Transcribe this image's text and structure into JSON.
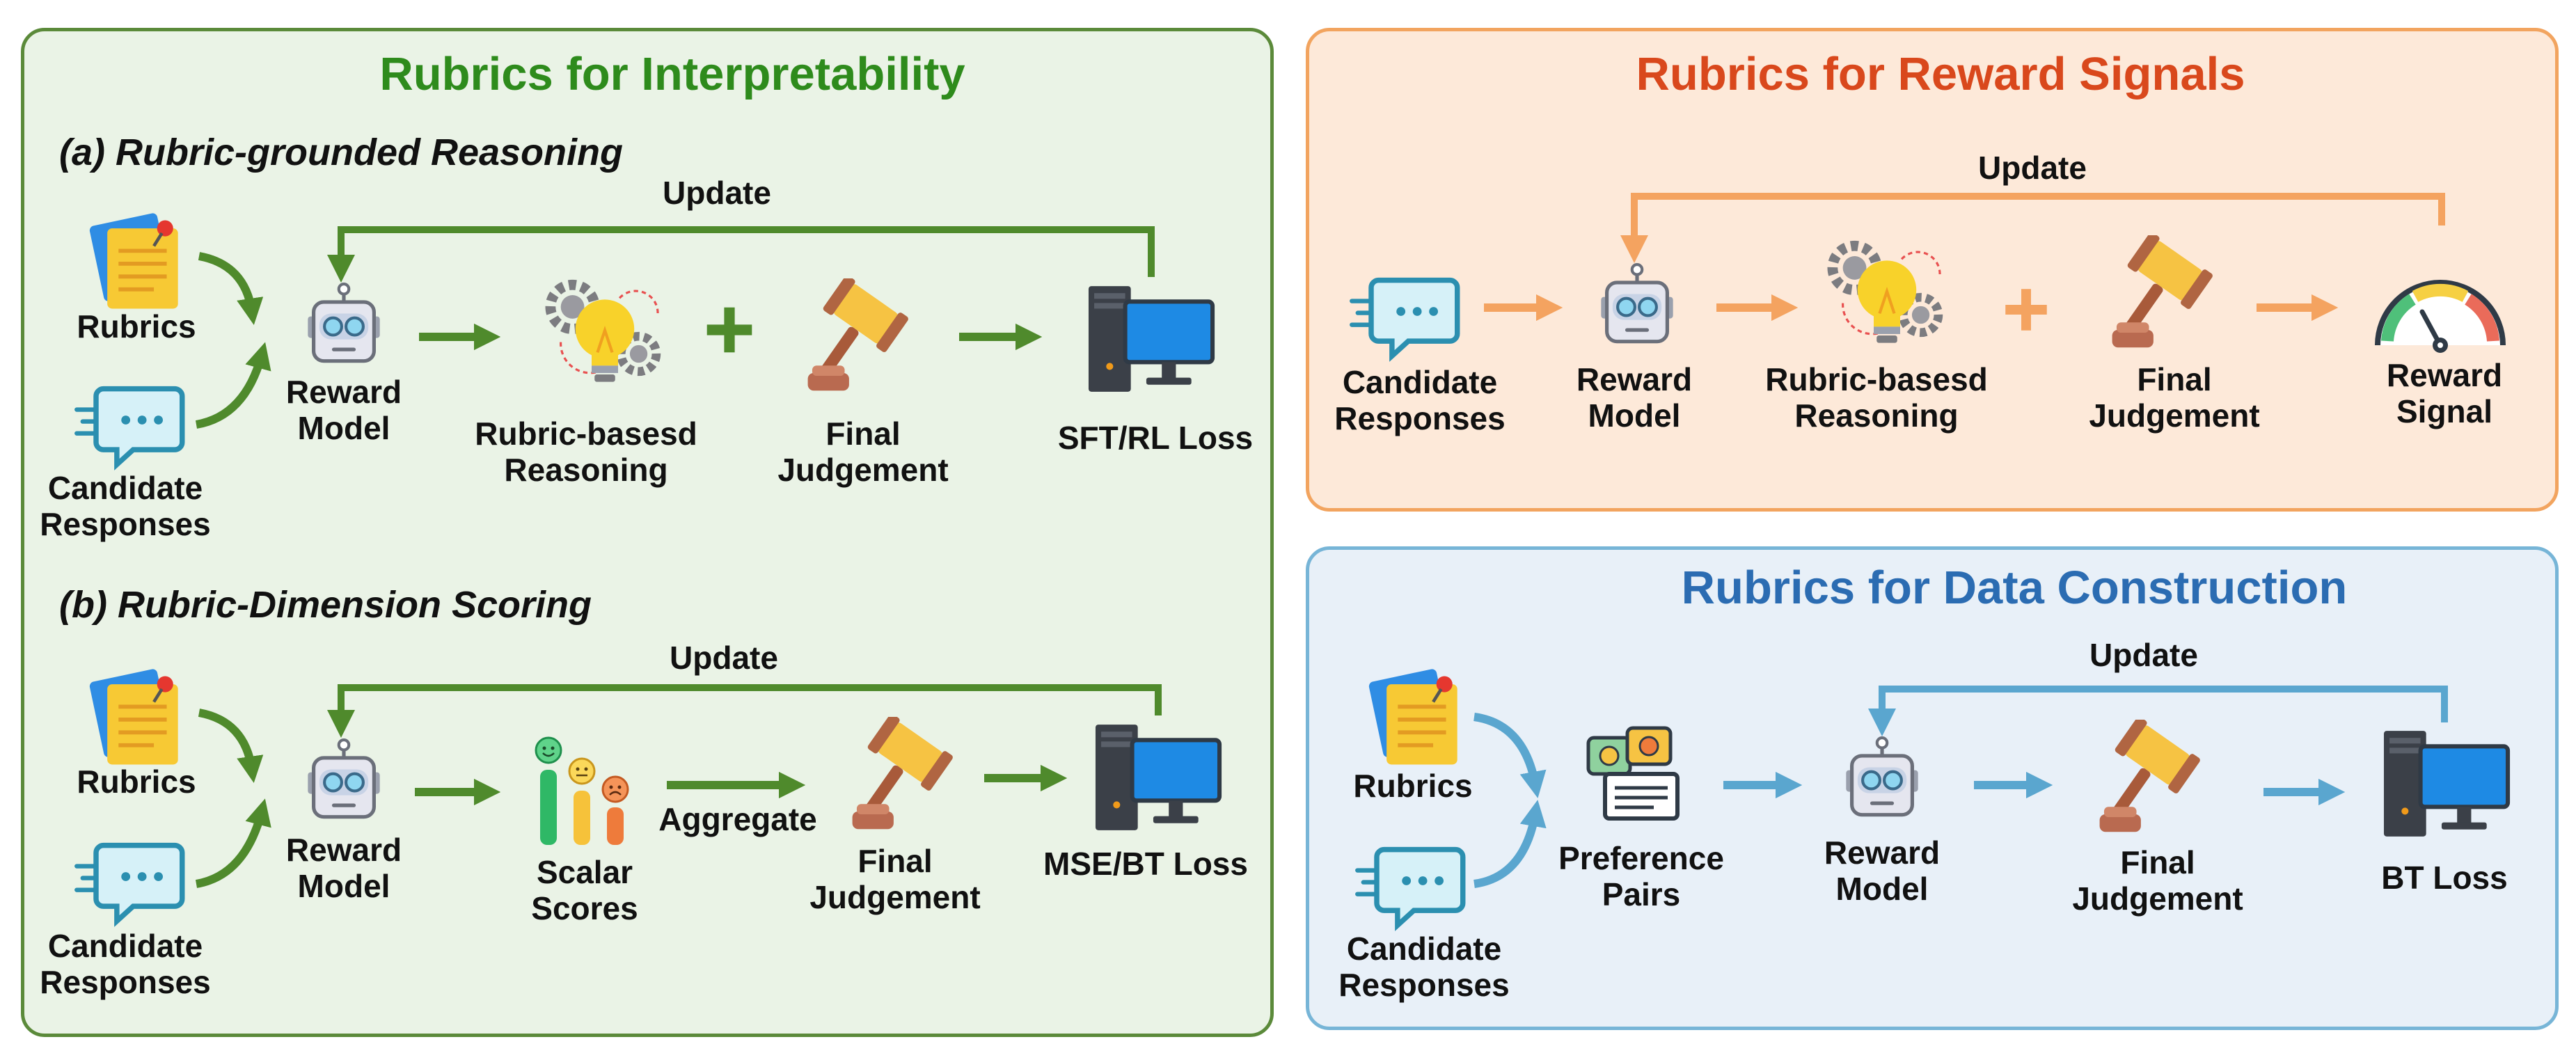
{
  "colors": {
    "interp_border": "#5b8a3a",
    "interp_bg": "#eaf3e6",
    "interp_title": "#2e8b1c",
    "reward_border": "#f2a45f",
    "reward_bg": "#fde9d9",
    "reward_title": "#d9481c",
    "data_border": "#77b5d7",
    "data_bg": "#e8f0f8",
    "data_title": "#2b6cb2"
  },
  "interpretability": {
    "title": "Rubrics for Interpretability",
    "a": {
      "subtitle": "(a) Rubric-grounded Reasoning",
      "rubrics": "Rubrics",
      "candidate": "Candidate\nResponses",
      "reward_model": "Reward\nModel",
      "reasoning": "Rubric-basesd\nReasoning",
      "judgement": "Final\nJudgement",
      "loss": "SFT/RL Loss",
      "update": "Update"
    },
    "b": {
      "subtitle": "(b) Rubric-Dimension Scoring",
      "rubrics": "Rubrics",
      "candidate": "Candidate\nResponses",
      "reward_model": "Reward\nModel",
      "scores": "Scalar\nScores",
      "aggregate": "Aggregate",
      "judgement": "Final\nJudgement",
      "loss": "MSE/BT Loss",
      "update": "Update"
    }
  },
  "reward_signals": {
    "title": "Rubrics for Reward Signals",
    "candidate": "Candidate\nResponses",
    "reward_model": "Reward\nModel",
    "reasoning": "Rubric-basesd\nReasoning",
    "judgement": "Final\nJudgement",
    "signal": "Reward\nSignal",
    "update": "Update"
  },
  "data_construction": {
    "title": "Rubrics for Data Construction",
    "rubrics": "Rubrics",
    "candidate": "Candidate\nResponses",
    "pairs": "Preference\nPairs",
    "reward_model": "Reward\nModel",
    "judgement": "Final\nJudgement",
    "loss": "BT Loss",
    "update": "Update"
  }
}
